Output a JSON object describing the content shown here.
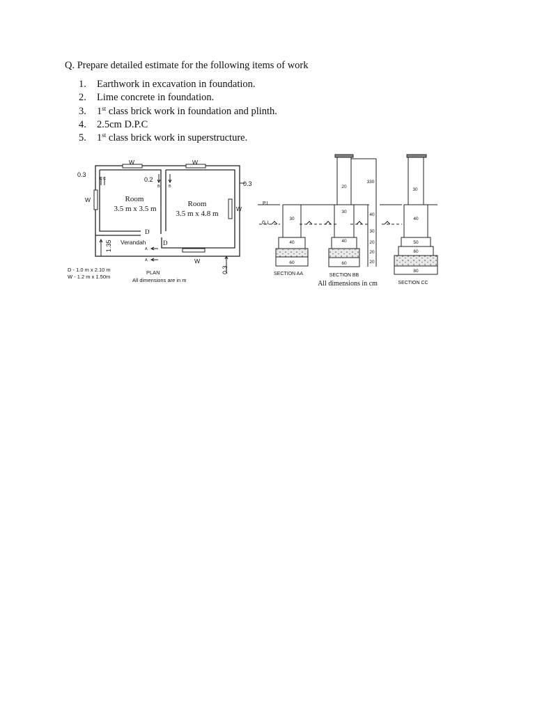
{
  "question": "Q. Prepare detailed estimate for the following items of work",
  "items": [
    {
      "num": "1.",
      "pre": "Earthwork in excavation in foundation.",
      "sup": "",
      "post": ""
    },
    {
      "num": "2.",
      "pre": "Lime concrete in foundation.",
      "sup": "",
      "post": ""
    },
    {
      "num": "3.",
      "pre": "1",
      "sup": "st",
      "post": " class brick work in foundation and plinth."
    },
    {
      "num": "4.",
      "pre": "2.5cm D.P.C",
      "sup": "",
      "post": ""
    },
    {
      "num": "5.",
      "pre": "1",
      "sup": "st",
      "post": " class brick work in superstructure."
    }
  ],
  "plan": {
    "window_label": "W",
    "door_label": "D",
    "dim_wall_outer": "0.3",
    "dim_wall_inner": "0.2",
    "dim_verandah": "1.35",
    "room1_name": "Room",
    "room1_size": "3.5 m x 3.5 m",
    "room2_name": "Room",
    "room2_size": "3.5 m x 4.8 m",
    "verandah": "Verandah",
    "sec_a": "A",
    "sec_b": "B",
    "sec_c": "C",
    "legend_door": "D - 1.0 m x 2.10 m",
    "legend_window": "W - 1.2 m x 1.50m",
    "plan_title": "PLAN",
    "plan_note": "All dimensions are in m"
  },
  "sections": {
    "pl": "P.L",
    "gl": "G.L",
    "height": "330",
    "aa_dims": [
      "30",
      "40",
      "60"
    ],
    "bb_dims": [
      "20",
      "30",
      "40",
      "60"
    ],
    "bb_depths": [
      "40",
      "30",
      "20",
      "20",
      "20"
    ],
    "cc_dims": [
      "30",
      "40",
      "50",
      "60",
      "80"
    ],
    "aa_title": "SECTION AA",
    "bb_title": "SECTION BB",
    "cc_title": "SECTION CC",
    "note": "All dimensions in cm"
  }
}
